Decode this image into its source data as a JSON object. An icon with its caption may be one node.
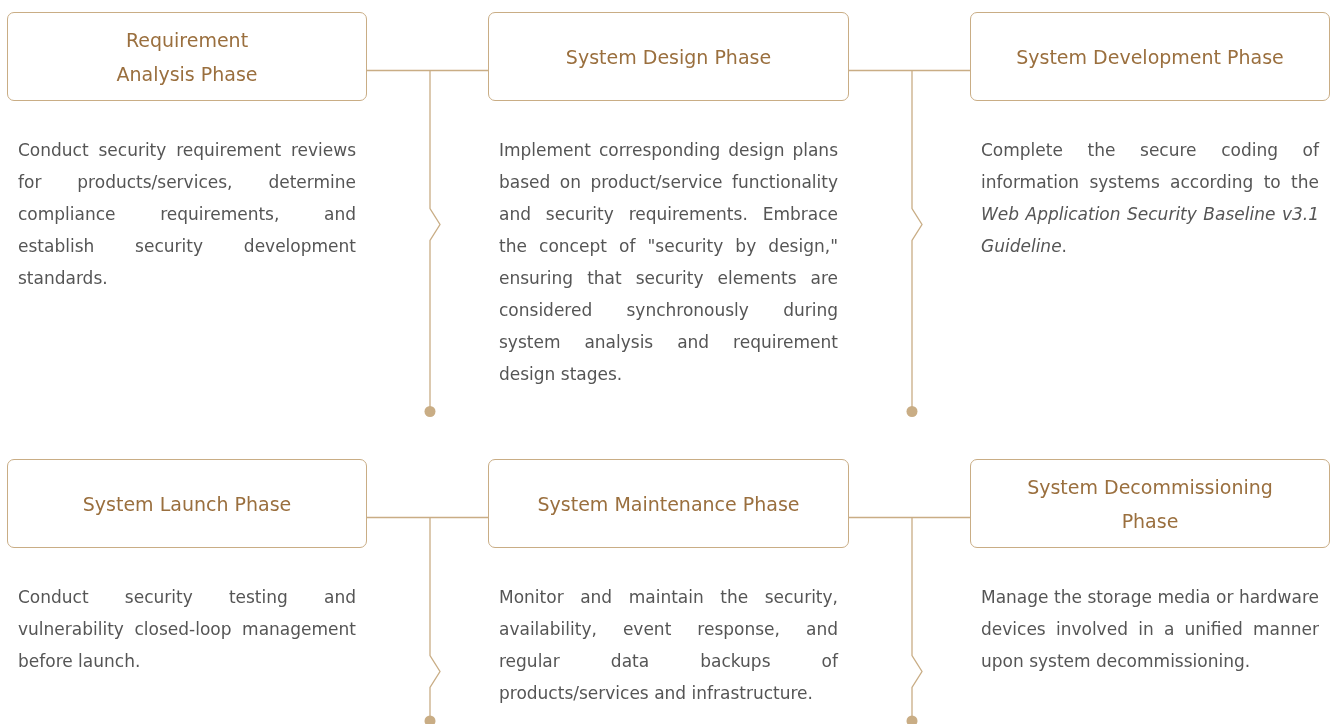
{
  "diagram": {
    "nodes": [
      {
        "text": [
          "Requirement Analysis Phase"
        ],
        "beside": [
          "Conduct security requirement reviews for products/services, determine compliance requirements, and establish security development standards."
        ]
      },
      {
        "text": [
          "System Design Phase"
        ],
        "beside": [
          "Implement corresponding design plans based on product/service functionality and security requirements. Embrace the concept of \"security by design,\" ensuring that security elements are considered synchronously during system analysis and requirement design stages."
        ]
      },
      {
        "text": [
          "System Development Phase"
        ],
        "beside": [
          "Complete the secure coding of information systems according to the *Web Application Security Baseline v3.1 Guideline*."
        ]
      },
      {
        "text": [
          "System Launch Phase"
        ],
        "beside": [
          "Conduct security testing and vulnerability closed-loop management before launch."
        ]
      },
      {
        "text": [
          "System Maintenance Phase"
        ],
        "beside": [
          "Monitor and maintain the security, availability, event response, and regular data backups of products/services and infrastructure."
        ]
      },
      {
        "text": [
          "System Decommissioning Phase"
        ],
        "beside": [
          "Manage the storage media or hardware devices involved in a unified manner upon system decommissioning."
        ]
      }
    ],
    "edges": [
      {
        "from": 0,
        "to": 1,
        "arrow": "none"
      },
      {
        "from": 1,
        "to": 2,
        "arrow": "none"
      },
      {
        "from": 3,
        "to": 4,
        "arrow": "none"
      },
      {
        "from": 4,
        "to": 5,
        "arrow": "none"
      }
    ]
  }
}
